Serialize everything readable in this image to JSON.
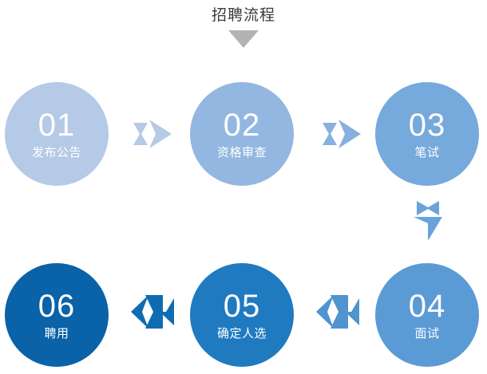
{
  "diagram": {
    "type": "process-flow",
    "title": "招聘流程",
    "title_caret_icon": "chevron-down-icon",
    "background_color": "#ffffff",
    "layout": "serpentine-two-rows",
    "steps": [
      {
        "number": "01",
        "label": "发布公告",
        "color": "#b4cae6"
      },
      {
        "number": "02",
        "label": "资格审查",
        "color": "#93b7e0"
      },
      {
        "number": "03",
        "label": "笔试",
        "color": "#76a9dc"
      },
      {
        "number": "04",
        "label": "面试",
        "color": "#5b9bd5"
      },
      {
        "number": "05",
        "label": "确定人选",
        "color": "#1f7ac0"
      },
      {
        "number": "06",
        "label": "聘用",
        "color": "#0a62a8"
      }
    ],
    "connectors": [
      {
        "name": "arrow-step1-to-step2",
        "icon": "arrow-right-icon",
        "direction": "right",
        "color": "#b4cae6"
      },
      {
        "name": "arrow-step2-to-step3",
        "icon": "arrow-right-icon",
        "direction": "right",
        "color": "#86b0de"
      },
      {
        "name": "arrow-step3-to-step4",
        "icon": "arrow-down-icon",
        "direction": "down",
        "color": "#6aa3d9"
      },
      {
        "name": "arrow-step4-to-step5",
        "icon": "arrow-left-icon",
        "direction": "left",
        "color": "#4f93cf"
      },
      {
        "name": "arrow-step5-to-step6",
        "icon": "arrow-left-icon",
        "direction": "left",
        "color": "#0f6cb2"
      }
    ],
    "title_caret_color": "#b3b3b3"
  }
}
